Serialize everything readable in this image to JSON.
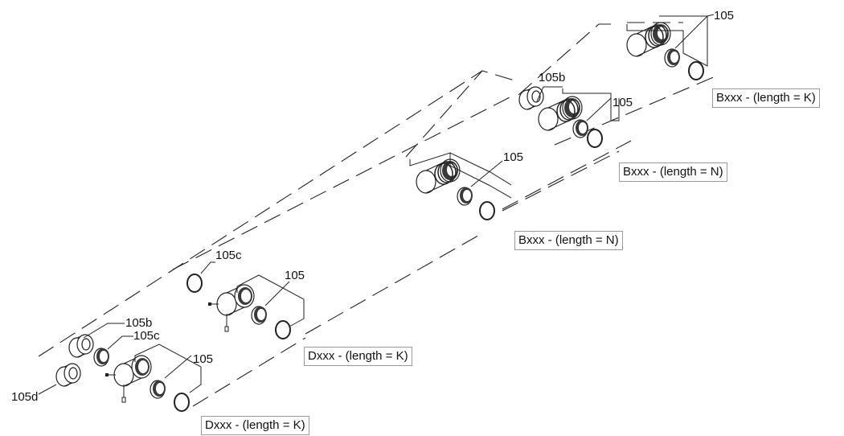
{
  "labels": {
    "ref_105": "105",
    "ref_105b": "105b",
    "ref_105c": "105c",
    "ref_105d": "105d"
  },
  "boxes": {
    "bxxx_k": "Bxxx - (length = K)",
    "bxxx_n_upper": "Bxxx - (length = N)",
    "bxxx_n_lower": "Bxxx - (length = N)",
    "dxxx_k_upper": "Dxxx - (length = K)",
    "dxxx_k_lower": "Dxxx - (length = K)"
  },
  "colors": {
    "line": "#222222",
    "fill": "#ffffff",
    "dark": "#2a2a2a"
  }
}
